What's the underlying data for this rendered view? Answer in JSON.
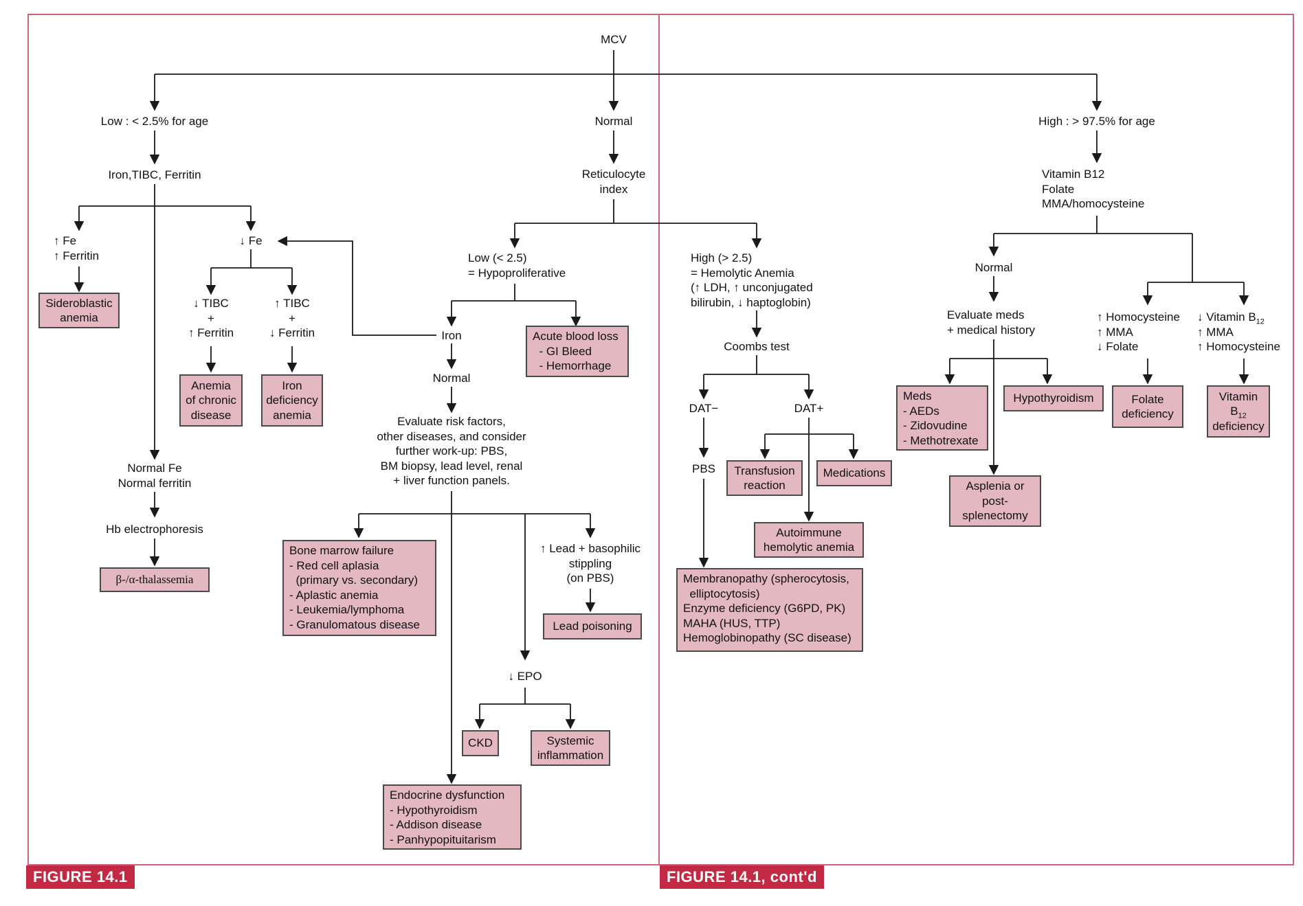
{
  "root": "MCV",
  "branches": {
    "low": {
      "label": "Low : < 2.5% for age",
      "test": "Iron,TIBC, Ferritin",
      "high_fe": [
        "↑ Fe",
        "↑ Ferritin"
      ],
      "sideroblastic": [
        "Sideroblastic",
        "anemia"
      ],
      "low_fe": "↓ Fe",
      "low_tibc": [
        "↓ TIBC",
        "+",
        "↑ Ferritin"
      ],
      "high_tibc": [
        "↑ TIBC",
        "+",
        "↓ Ferritin"
      ],
      "chronic_disease": [
        "Anemia",
        "of chronic",
        "disease"
      ],
      "iron_deficiency": [
        "Iron",
        "deficiency",
        "anemia"
      ],
      "normal_fe": [
        "Normal Fe",
        "Normal ferritin"
      ],
      "hb_electrophoresis": "Hb electrophoresis",
      "thalassemia": "β-/α-thalassemia"
    },
    "normal": {
      "label": "Normal",
      "retic": [
        "Reticulocyte",
        "index"
      ],
      "low_retic": [
        "Low (< 2.5)",
        "= Hypoproliferative"
      ],
      "iron": "Iron",
      "acute_blood_loss": [
        "Acute blood loss",
        "  - GI Bleed",
        "  - Hemorrhage"
      ],
      "iron_normal": "Normal",
      "evaluate": [
        "Evaluate risk factors,",
        "other diseases, and consider",
        "further work-up: PBS,",
        "BM biopsy, lead level, renal",
        "+ liver function panels."
      ],
      "bone_marrow": [
        "Bone marrow failure",
        "- Red cell aplasia",
        "  (primary vs. secondary)",
        "- Aplastic anemia",
        "- Leukemia/lymphoma",
        "- Granulomatous disease"
      ],
      "lead_finding": [
        "↑ Lead + basophilic",
        "stippling",
        "(on PBS)"
      ],
      "lead_poisoning": "Lead poisoning",
      "low_epo": "↓ EPO",
      "ckd": "CKD",
      "systemic": [
        "Systemic",
        "inflammation"
      ],
      "endocrine": [
        "Endocrine dysfunction",
        "- Hypothyroidism",
        "- Addison disease",
        "- Panhypopituitarism"
      ],
      "high_retic": [
        "High (> 2.5)",
        "= Hemolytic Anemia",
        "(↑ LDH, ↑ unconjugated",
        "bilirubin, ↓ haptoglobin)"
      ],
      "coombs": "Coombs test",
      "dat_neg": "DAT−",
      "dat_pos": "DAT+",
      "pbs": "PBS",
      "membranopathy": [
        "Membranopathy (spherocytosis,",
        "  elliptocytosis)",
        "Enzyme deficiency (G6PD, PK)",
        "MAHA (HUS, TTP)",
        "Hemoglobinopathy (SC disease)"
      ],
      "transfusion": [
        "Transfusion",
        "reaction"
      ],
      "medications": "Medications",
      "autoimmune": [
        "Autoimmune",
        "hemolytic anemia"
      ]
    },
    "high": {
      "label": "High : > 97.5% for age",
      "tests": [
        "Vitamin B12",
        "Folate",
        "MMA/homocysteine"
      ],
      "normal": "Normal",
      "evaluate_meds": [
        "Evaluate meds",
        "+ medical history"
      ],
      "meds": [
        "Meds",
        "- AEDs",
        "- Zidovudine",
        "- Methotrexate"
      ],
      "hypothyroidism": "Hypothyroidism",
      "asplenia": [
        "Asplenia or",
        "post-",
        "splenectomy"
      ],
      "folate_pattern": [
        "↑ Homocysteine",
        "↑ MMA",
        "↓ Folate"
      ],
      "folate_deficiency": [
        "Folate",
        "deficiency"
      ],
      "b12_pattern": {
        "line1": "↓ Vitamin B",
        "line1_sub": "12",
        "line2": "↑ MMA",
        "line3": "↑ Homocysteine"
      },
      "b12_deficiency": {
        "line1": "Vitamin",
        "line2": "B",
        "line2_sub": "12",
        "line3": "deficiency"
      }
    }
  },
  "figure_labels": {
    "left": "FIGURE 14.1",
    "right": "FIGURE 14.1, cont'd"
  },
  "colors": {
    "box_fill": "#e3b8c1",
    "frame": "#c9647a",
    "figure_label": "#c22a43"
  }
}
